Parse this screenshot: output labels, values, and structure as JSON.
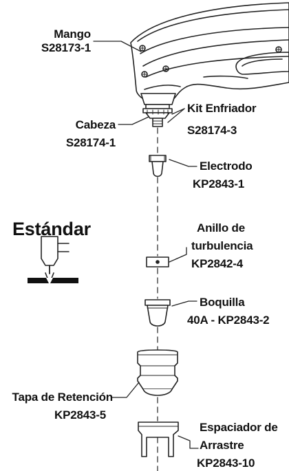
{
  "parts": [
    {
      "id": "mango",
      "name": "Mango",
      "code": "S28173-1"
    },
    {
      "id": "kit-enfriador",
      "name": "Kit Enfriador",
      "code": "S28174-3"
    },
    {
      "id": "cabeza",
      "name": "Cabeza",
      "code": "S28174-1"
    },
    {
      "id": "electrodo",
      "name": "Electrodo",
      "code": "KP2843-1"
    },
    {
      "id": "anillo",
      "name_line1": "Anillo de",
      "name_line2": "turbulencia",
      "code": "KP2842-4"
    },
    {
      "id": "boquilla",
      "name": "Boquilla",
      "code": "40A - KP2843-2"
    },
    {
      "id": "tapa",
      "name": "Tapa de Retención",
      "code": "KP2843-5"
    },
    {
      "id": "espaciador",
      "name_line1": "Espaciador de",
      "name_line2": "Arrastre",
      "code": "KP2843-10"
    }
  ],
  "mode": {
    "title": "Estándar",
    "icon": "standard-cutting-icon"
  },
  "colors": {
    "ink": "#111111",
    "line": "#222222",
    "fill": "#ffffff"
  }
}
